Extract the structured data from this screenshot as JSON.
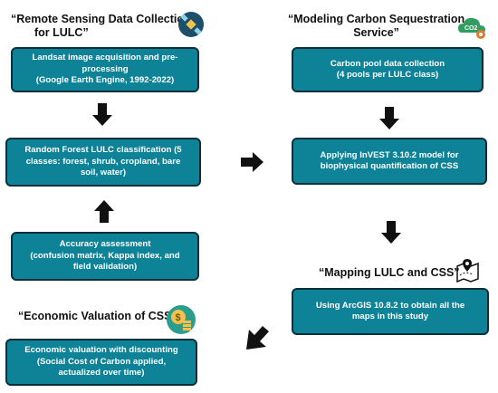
{
  "headings": {
    "remote_sensing": [
      "“Remote Sensing Data Collection",
      "for LULC”"
    ],
    "modeling_css": [
      "“Modeling Carbon Sequestration",
      "Service”"
    ],
    "mapping": [
      "“Mapping LULC and CSS”"
    ],
    "economic": [
      "“Economic Valuation of CSS”"
    ]
  },
  "boxes": {
    "landsat": [
      "Landsat image acquisition and pre-",
      "processing",
      "(Google Earth Engine, 1992-2022)"
    ],
    "random_forest": [
      "Random Forest LULC classification (5",
      "classes: forest, shrub, cropland, bare",
      "soil, water)"
    ],
    "accuracy": [
      "Accuracy assessment",
      "(confusion matrix, Kappa index, and",
      "field validation)"
    ],
    "economic_valuation": [
      "Economic valuation with discounting",
      "(Social Cost of Carbon applied,",
      "actualized over time)"
    ],
    "carbon_pool": [
      "Carbon pool data collection",
      "(4 pools per LULC class)"
    ],
    "invest": [
      "Applying InVEST 3.10.2 model for",
      "biophysical quantification of CSS"
    ],
    "arcgis": [
      "Using  ArcGIS 10.8.2 to obtain all the",
      "maps in this study"
    ]
  },
  "icons": {
    "satellite": "satellite-icon",
    "carbon": "co2-gear-icon",
    "map": "map-pin-icon",
    "money": "dollar-coins-icon"
  },
  "colors": {
    "box_fill": "#0e8296",
    "box_border": "#0a2f3a",
    "arrow": "#111111"
  }
}
